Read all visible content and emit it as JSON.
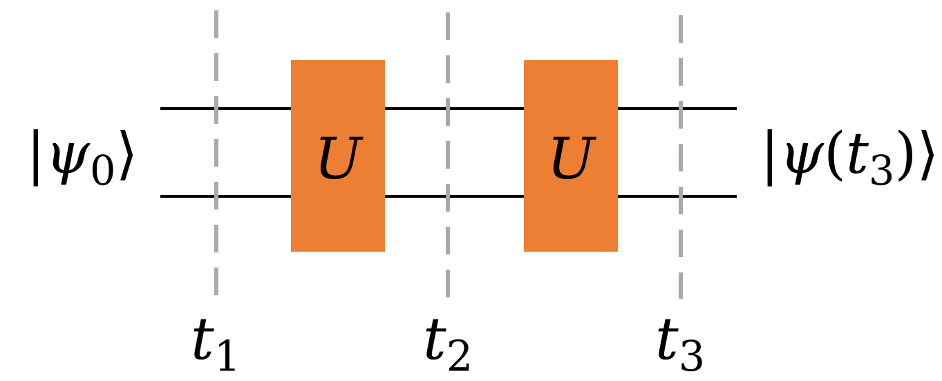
{
  "input_state": {
    "prefix": "|",
    "symbol": "ψ",
    "subscript": "0",
    "suffix": "⟩"
  },
  "output_state": {
    "prefix": "|",
    "symbol": "ψ",
    "open": "(",
    "arg_symbol": "t",
    "arg_subscript": "3",
    "close": ")",
    "suffix": "⟩"
  },
  "gates": [
    {
      "label": "U"
    },
    {
      "label": "U"
    }
  ],
  "time_markers": [
    {
      "symbol": "t",
      "subscript": "1"
    },
    {
      "symbol": "t",
      "subscript": "2"
    },
    {
      "symbol": "t",
      "subscript": "3"
    }
  ],
  "colors": {
    "gate_fill": "#ec7f33",
    "wire": "#000000",
    "time_slice": "#a9a9a9"
  }
}
